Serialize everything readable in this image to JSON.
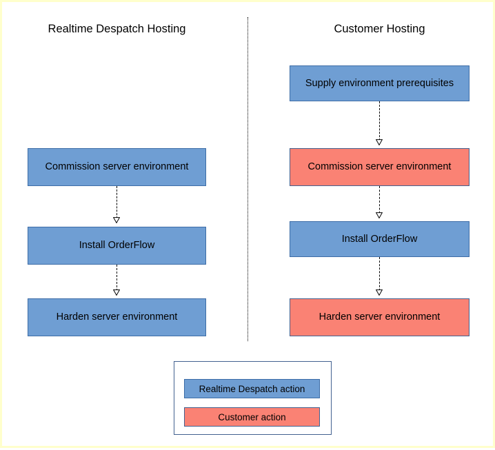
{
  "diagram": {
    "columns": [
      {
        "id": "left",
        "title": "Realtime Despatch Hosting"
      },
      {
        "id": "right",
        "title": "Customer Hosting"
      }
    ],
    "left_nodes": [
      {
        "label": "Commission server environment",
        "kind": "blue"
      },
      {
        "label": "Install OrderFlow",
        "kind": "blue"
      },
      {
        "label": "Harden server environment",
        "kind": "blue"
      }
    ],
    "right_nodes": [
      {
        "label": "Supply environment prerequisites",
        "kind": "blue"
      },
      {
        "label": "Commission server environment",
        "kind": "red"
      },
      {
        "label": "Install OrderFlow",
        "kind": "blue"
      },
      {
        "label": "Harden server environment",
        "kind": "red"
      }
    ],
    "legend": {
      "items": [
        {
          "label": "Realtime Despatch action",
          "kind": "blue"
        },
        {
          "label": "Customer action",
          "kind": "red"
        }
      ]
    },
    "colors": {
      "blue_fill": "#6f9ed3",
      "blue_border": "#3c6ca6",
      "red_fill": "#fa8274",
      "red_border": "#41608f",
      "connector": "#000000",
      "divider": "#000000",
      "page_border": "#ffffcc",
      "background": "#ffffff",
      "text": "#000000"
    }
  }
}
